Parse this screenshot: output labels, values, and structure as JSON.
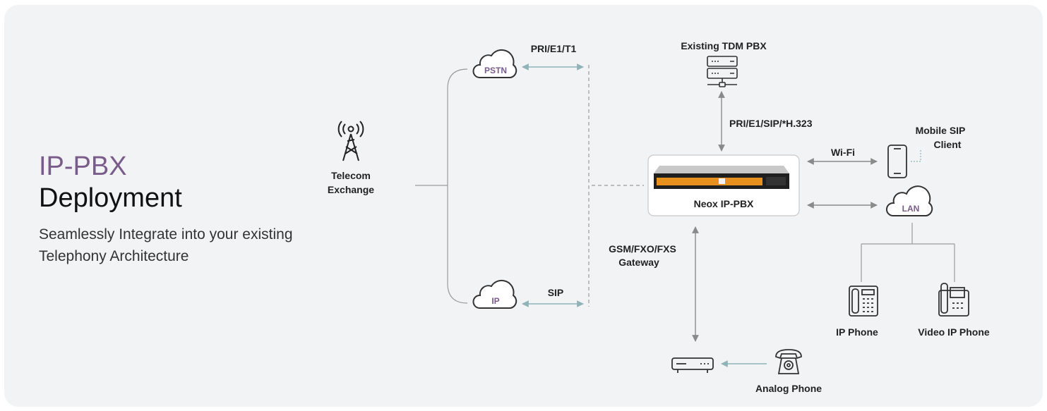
{
  "title": {
    "line1": "IP-PBX",
    "line2": "Deployment",
    "subtitle": "Seamlessly Integrate into your existing Telephony Architecture"
  },
  "nodes": {
    "pstn": "PSTN",
    "ip": "IP",
    "lan": "LAN",
    "telecom_line1": "Telecom",
    "telecom_line2": "Exchange",
    "tdm_pbx": "Existing TDM PBX",
    "neox": "Neox IP-PBX",
    "mobile_line1": "Mobile SIP",
    "mobile_line2": "Client",
    "ip_phone": "IP Phone",
    "video_ip_phone": "Video IP Phone",
    "analog_phone": "Analog Phone",
    "gateway_line1": "GSM/FXO/FXS",
    "gateway_line2": "Gateway"
  },
  "links": {
    "pstn_link": "PRI/E1/T1",
    "ip_link": "SIP",
    "tdm_link": "PRI/E1/SIP/*H.323",
    "wifi": "Wi-Fi"
  },
  "colors": {
    "accent_purple": "#7a5c8a",
    "arrow_teal": "#8fb3b8",
    "arrow_gray": "#8a8a8a",
    "server_orange": "#e8901e"
  },
  "icons": [
    "cloud-icon",
    "tower-icon",
    "server-icon",
    "mobile-phone-icon",
    "ip-phone-icon",
    "video-phone-icon",
    "gateway-device-icon",
    "analog-phone-icon"
  ]
}
